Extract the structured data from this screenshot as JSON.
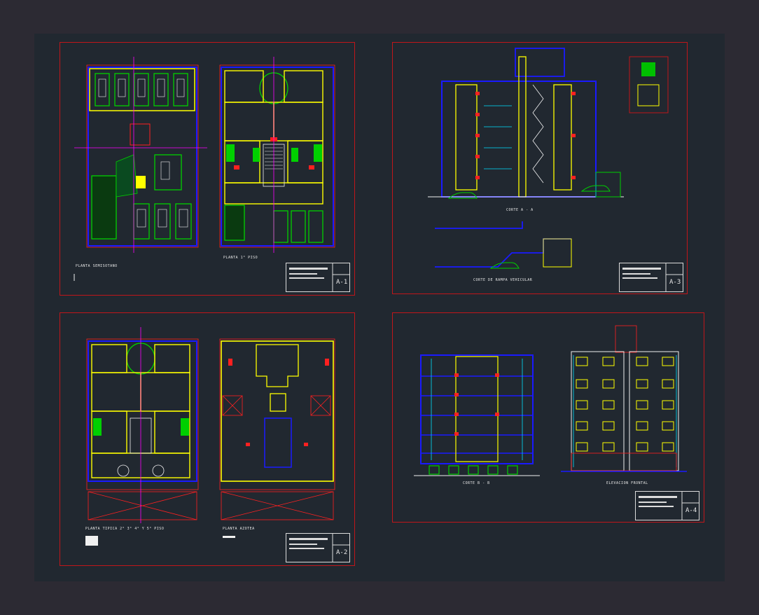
{
  "colors": {
    "sheet_border": "#c0161a",
    "wall_blue": "#1a1aff",
    "wall_yellow": "#ffff00",
    "green": "#00d000",
    "cyan": "#00e0ff",
    "white": "#f0f0f0",
    "magenta": "#ff00ff",
    "red": "#ff2020",
    "background": "#212830"
  },
  "sheets": [
    {
      "id": "A-1",
      "number": "A-1",
      "labels": [
        "PLANTA SEMISOTANO",
        "PLANTA 1° PISO"
      ]
    },
    {
      "id": "A-2",
      "number": "A-2",
      "labels": [
        "PLANTA TIPICA 2° 3° 4° Y 5° PISO",
        "PLANTA AZOTEA"
      ]
    },
    {
      "id": "A-3",
      "number": "A-3",
      "labels": [
        "CORTE A - A",
        "CORTE DE RAMPA VEHICULAR"
      ]
    },
    {
      "id": "A-4",
      "number": "A-4",
      "labels": [
        "CORTE B - B",
        "ELEVACION FRONTAL"
      ]
    }
  ]
}
